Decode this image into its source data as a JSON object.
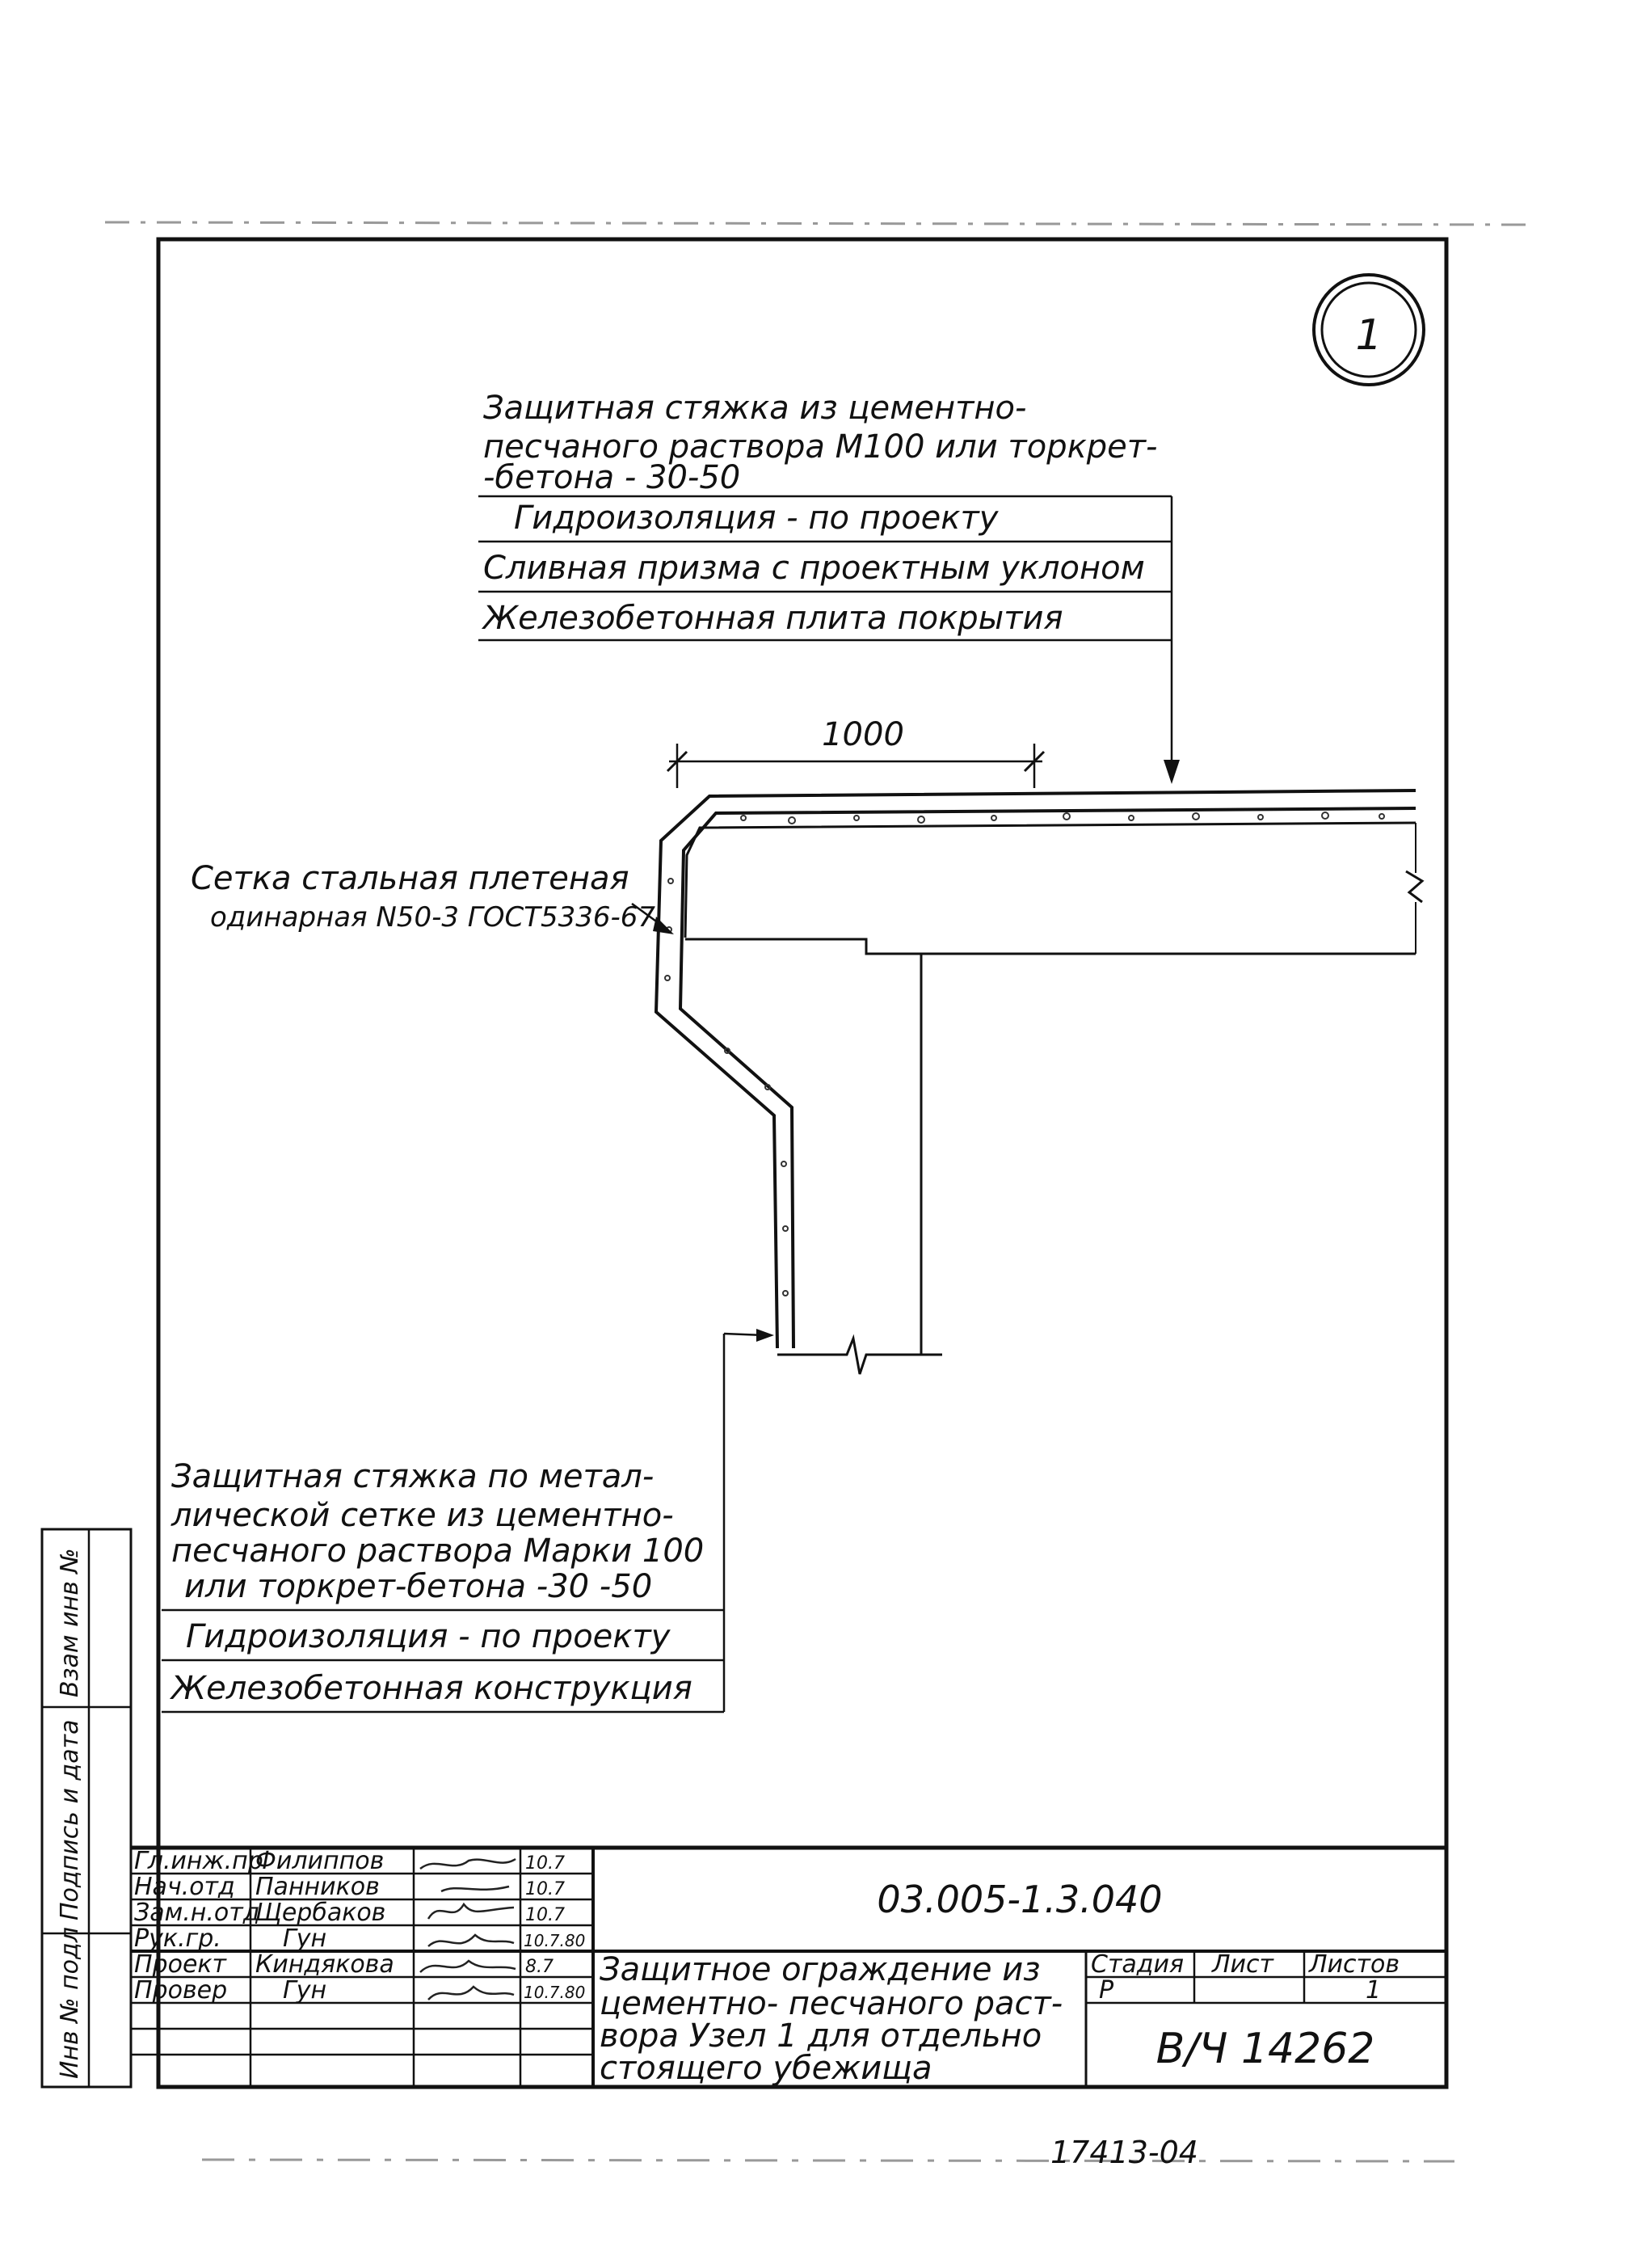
{
  "node_number": "1",
  "top_callout": {
    "line1": "Защитная стяжка из цементно-",
    "line2": "песчаного раствора М100 или торкрет-",
    "line3": "-бетона - 30-50",
    "layers": [
      "Гидроизоляция - по проекту",
      "Сливная призма с проектным уклоном",
      "Железобетонная плита покрытия"
    ]
  },
  "dimension": "1000",
  "mesh_callout": {
    "line1": "Сетка стальная плетеная",
    "line2": "одинарная N50-3 ГОСТ5336-67"
  },
  "bottom_callout": {
    "line1": "Защитная стяжка по метал-",
    "line2": "лической сетке из цементно-",
    "line3": "песчаного раствора Марки 100",
    "line4": "или торкрет-бетона -30 -50",
    "layers": [
      "Гидроизоляция - по проекту",
      "Железобетонная конструкция"
    ]
  },
  "side_stamp": [
    "Взам инв №",
    "Подпись и дата",
    "Инв № подл"
  ],
  "title_block": {
    "document_code": "03.005-1.3.040",
    "rows": [
      {
        "role": "Гл.инж.пр",
        "name": "Филиппов",
        "date": "10.7"
      },
      {
        "role": "Нач.отд",
        "name": "Панников",
        "date": "10.7"
      },
      {
        "role": "Зам.н.отд",
        "name": "Щербаков",
        "date": "10.7"
      },
      {
        "role": "Рук.гр.",
        "name": "Гун",
        "date": "10.7.80"
      },
      {
        "role": "Проект",
        "name": "Киндякова",
        "date": "8.7"
      },
      {
        "role": "Провер",
        "name": "Гун",
        "date": "10.7.80"
      }
    ],
    "description": [
      "Защитное ограждение из",
      "цементно- песчаного раст-",
      "вора Узел 1 для отдельно",
      "стоящего убежища"
    ],
    "stage_header": "Стадия",
    "sheet_header": "Лист",
    "sheets_header": "Листов",
    "stage_value": "Р",
    "sheet_value": "",
    "sheets_value": "1",
    "organization": "В/Ч 14262"
  },
  "bottom_note": "17413-04"
}
